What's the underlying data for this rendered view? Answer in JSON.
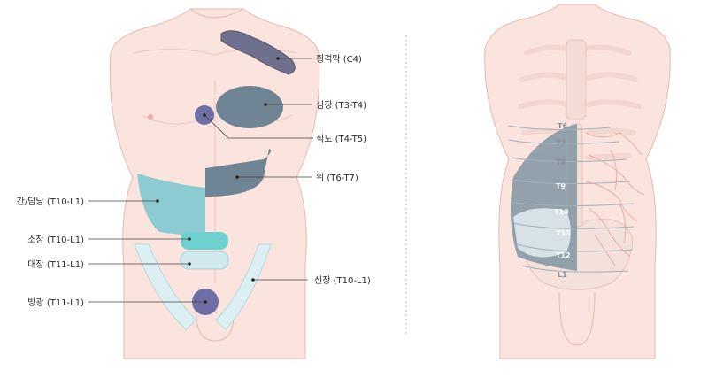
{
  "left_figure": {
    "labels": {
      "diaphragm": "횡격막 (C4)",
      "heart": "심장 (T3-T4)",
      "esophagus": "식도 (T4-T5)",
      "stomach": "위 (T6-T7)",
      "liver_gallbladder": "간/담낭 (T10-L1)",
      "small_intestine": "소장 (T10-L1)",
      "large_intestine": "대장 (T11-L1)",
      "kidney": "신장 (T10-L1)",
      "bladder": "방광 (T11-L1)"
    }
  },
  "right_figure": {
    "dermatomes": {
      "t6": "T6",
      "t7": "T7",
      "t8": "T8",
      "t9": "T9",
      "t10": "T10",
      "t11": "T11",
      "t12": "T12",
      "l1": "L1"
    }
  },
  "colors": {
    "skin": "#fbe4de",
    "skin_outline": "#e6b9ad",
    "dark_organ": "#6f8596",
    "purple_organ": "#6f6fa8",
    "teal_organ": "#8ccbd1",
    "teal_bright": "#6fd0d0",
    "light_organ": "#cfe9ec",
    "divider": "#bbbbbb"
  }
}
